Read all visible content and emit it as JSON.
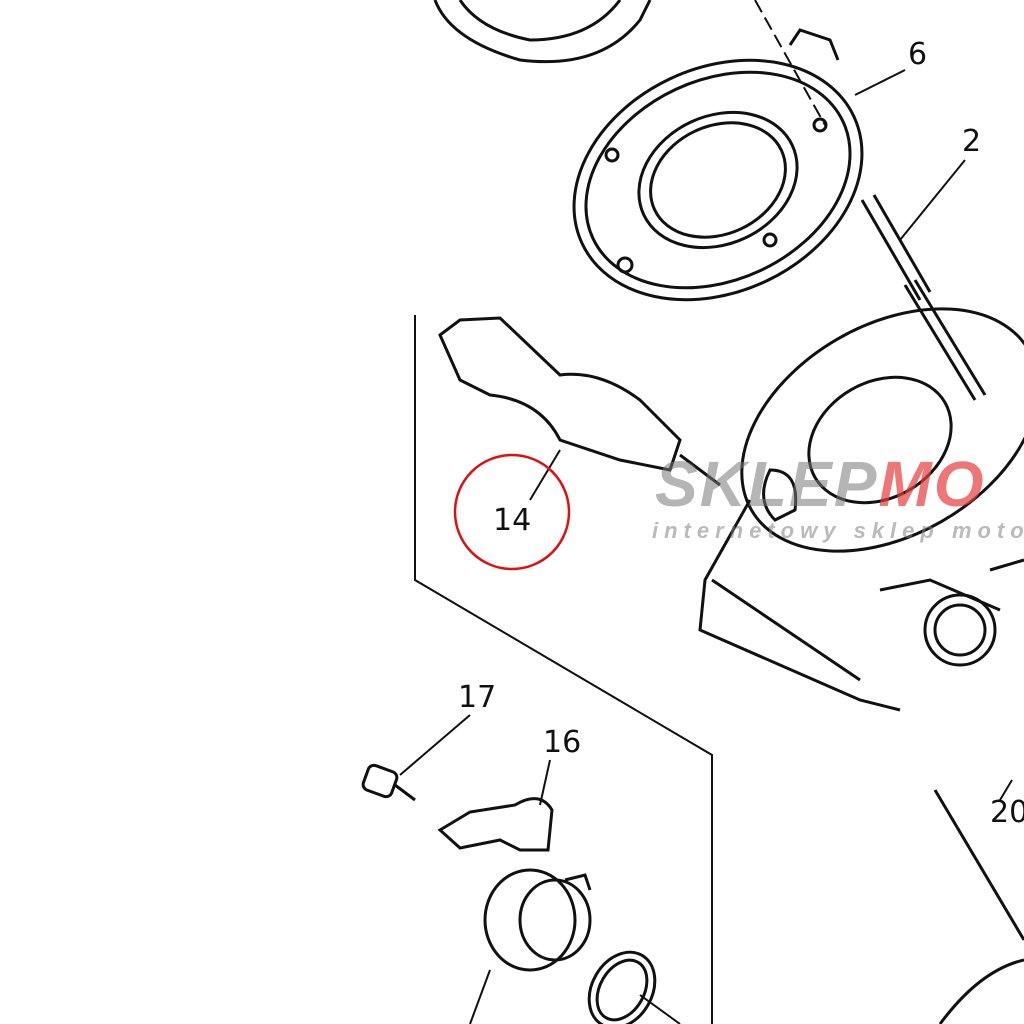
{
  "diagram": {
    "part_labels": [
      "6",
      "2",
      "14",
      "17",
      "16",
      "20"
    ],
    "highlighted_part": "14",
    "highlight_color": "#e01010",
    "watermark": {
      "brand_gray": "SKLEP",
      "brand_red": "MO",
      "tagline": "internetowy sklep moto"
    }
  }
}
